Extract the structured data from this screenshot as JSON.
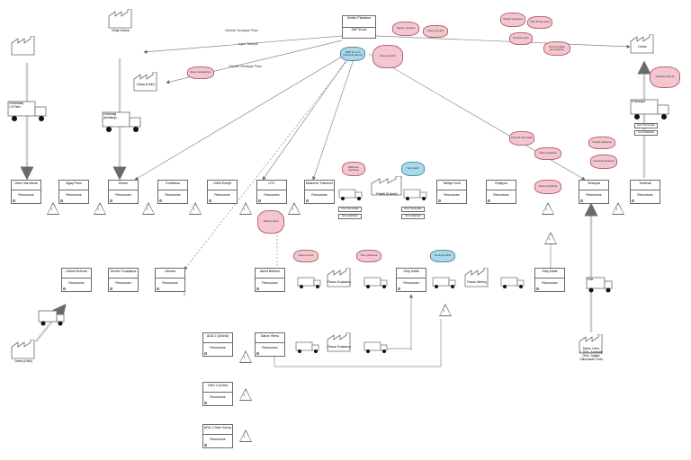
{
  "center": {
    "title": "Üretim Planlama",
    "sub": "SAP Excel"
  },
  "right_customer": "Deniz",
  "upper_supplier_factory": "Girişi Ürünlü",
  "upper_supplier_box": "Daha (Ünlü)",
  "lower_supplier": "Daha (Ünlü)",
  "info_notes": [
    "Günlük Sevkiyat Planı",
    "Aylık Talepler",
    "Günlük Sevkiyat Planı"
  ],
  "truck_left": "15 Ambalaj\n1.5 Palet",
  "truck_mid": "6 Ambalaj\n(Ambalajı)",
  "truck_right": "6 Sevkiyat",
  "truck_bottom": "Fast",
  "resources_label": "Resources",
  "main_processes": [
    {
      "name": "Ürün Hazırlama"
    },
    {
      "name": "Ağaç Pano"
    },
    {
      "name": "Eksen"
    },
    {
      "name": "Kontlama"
    },
    {
      "name": "Ürülü Enerjit"
    },
    {
      "name": "UTV"
    },
    {
      "name": "Malzeme Tükenme"
    },
    {
      "name": "Tahliye Ünlü"
    },
    {
      "name": "Girişiyon"
    },
    {
      "name": "Sevkiyat"
    },
    {
      "name": "Teslimat"
    }
  ],
  "middle_processes": [
    {
      "name": "Ürünlü Evleme"
    },
    {
      "name": "Ürünlü Cıvaplama"
    },
    {
      "name": "Ubuma"
    },
    {
      "name": "Akıllıt Bölümü"
    },
    {
      "name": "Giriş Kalite"
    },
    {
      "name": "Giriş Kalite"
    }
  ],
  "lower_processes": [
    {
      "name": "ÜDÜ 2 (Ürünlü)"
    },
    {
      "name": "Dalıra Yitevu"
    },
    {
      "name": "ÜDÜ 3 (Ürün)"
    },
    {
      "name": "ÜDÜ 1 Dalır Sonuç"
    }
  ],
  "pallet_label": "Paletli (5 Adet)",
  "flow_labels": [
    "Fason Koşlamış",
    "Fason Metinç",
    "Fason Koşlamış"
  ],
  "small_boxes": [
    "Ürün Sonuçları",
    "Ürün Metinler"
  ],
  "bottom_right_note": "Daha, Ürün\n1 Dilin, Ambalaj\nÖrtü, Sağlık\nÜlkemizde Ünlü",
  "kaizen_bursts": [
    {
      "text": "Sipariş yönetimi",
      "blue": false
    },
    {
      "text": "Talep yönetimi",
      "blue": false
    },
    {
      "text": "Tedarik planlama",
      "blue": false
    },
    {
      "text": "Ürün ihtiyaç planı",
      "blue": false
    },
    {
      "text": "Sevkiyat planı",
      "blue": false
    },
    {
      "text": "Ürün Fotoğraf görüntüleme",
      "blue": false
    },
    {
      "text": "Rapor ekranlarının",
      "blue": false
    },
    {
      "text": "MRP ile ürün planlama takvimi",
      "blue": true
    },
    {
      "text": "Stok yönetimi",
      "blue": false
    },
    {
      "text": "Düzenli stok takibi",
      "blue": false
    },
    {
      "text": "Kalite planlama",
      "blue": false
    },
    {
      "text": "Tedarik planlama",
      "blue": false
    },
    {
      "text": "Sevkiyat planlama",
      "blue": false
    },
    {
      "text": "Tedarikçi tahmini",
      "blue": false
    },
    {
      "text": "Malzeme planlama",
      "blue": false
    },
    {
      "text": "Stok takibi",
      "blue": true
    },
    {
      "text": "Fason planlama",
      "blue": false
    },
    {
      "text": "Tahmini talep",
      "blue": false
    },
    {
      "text": "Depo kontrol",
      "blue": false
    },
    {
      "text": "Ürün planlama",
      "blue": false
    },
    {
      "text": "Sevkiyat takibi",
      "blue": true
    }
  ],
  "inventory_mark": "I"
}
